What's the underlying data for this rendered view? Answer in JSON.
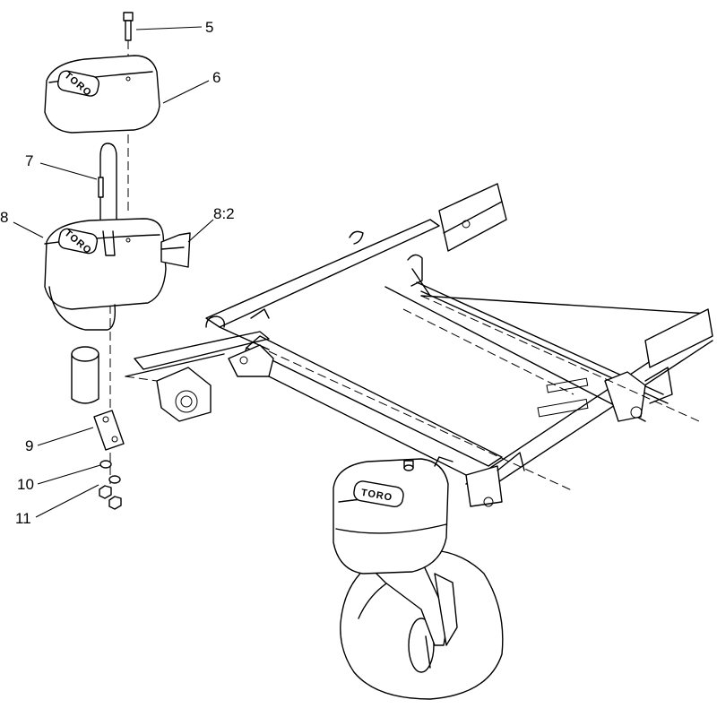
{
  "callouts": [
    {
      "id": "5",
      "label": "5"
    },
    {
      "id": "6",
      "label": "6"
    },
    {
      "id": "7",
      "label": "7"
    },
    {
      "id": "8",
      "label": "8"
    },
    {
      "id": "8-2",
      "label": "8:2"
    },
    {
      "id": "9",
      "label": "9"
    },
    {
      "id": "10",
      "label": "10"
    },
    {
      "id": "11",
      "label": "11"
    }
  ],
  "brand": {
    "logo_text": "TORO"
  },
  "colors": {
    "line": "#000000",
    "background": "#ffffff"
  }
}
